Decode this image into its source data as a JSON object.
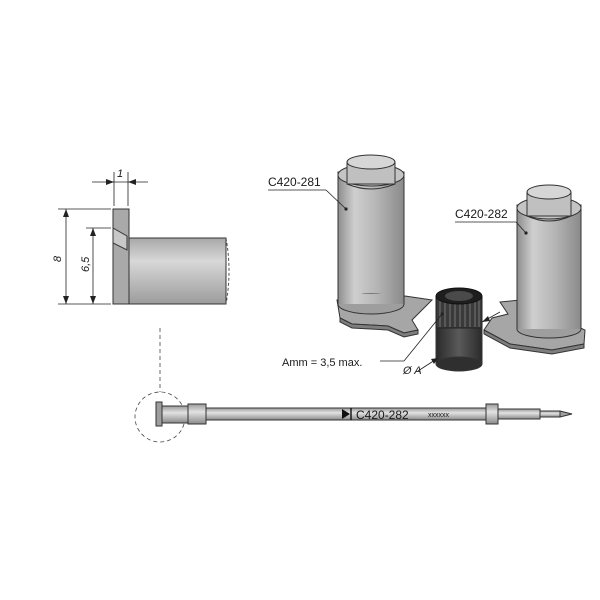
{
  "detail_view": {
    "dim_thickness": "1",
    "dim_height_total": "8",
    "dim_height_inner": "6,5"
  },
  "parts": {
    "left_label": "C420-281",
    "right_label": "C420-282"
  },
  "spec": {
    "amm_text": "Amm = 3,5 max.",
    "diameter_text": "Ø A"
  },
  "cartridge": {
    "model_label": "C420-282",
    "serial_text": "xxxxxx"
  },
  "colors": {
    "body_gray": "#b8b8b8",
    "dark_gray": "#555555",
    "outline": "#333333"
  }
}
